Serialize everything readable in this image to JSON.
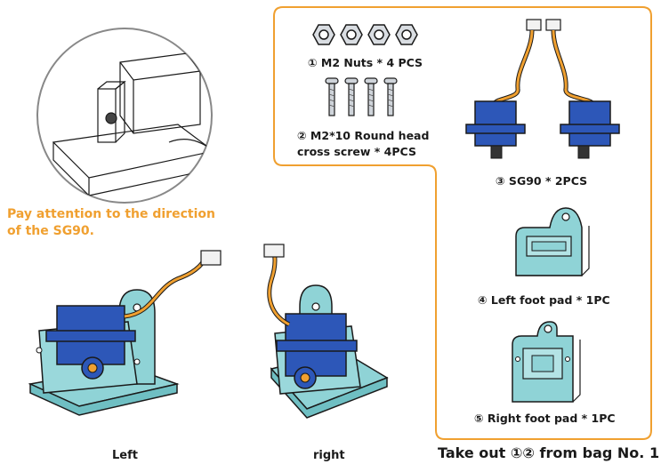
{
  "parts": {
    "nuts": "① M2 Nuts * 4 PCS",
    "screw_line1": "② M2*10 Round head",
    "screw_line2": "cross screw * 4PCS",
    "servo": "③ SG90 * 2PCS",
    "left_pad": "④ Left foot pad * 1PC",
    "right_pad": "⑤ Right foot pad * 1PC"
  },
  "note": {
    "line1": "Pay attention to the direction",
    "line2": "of the SG90."
  },
  "assembly": {
    "left_label": "Left",
    "right_label": "right"
  },
  "footer": "Take out ①② from bag No. 1",
  "colors": {
    "accent_orange": "#f0a030",
    "servo_blue": "#2d57b8",
    "pad_teal": "#8fd3d6",
    "outline": "#1a1a1a"
  }
}
